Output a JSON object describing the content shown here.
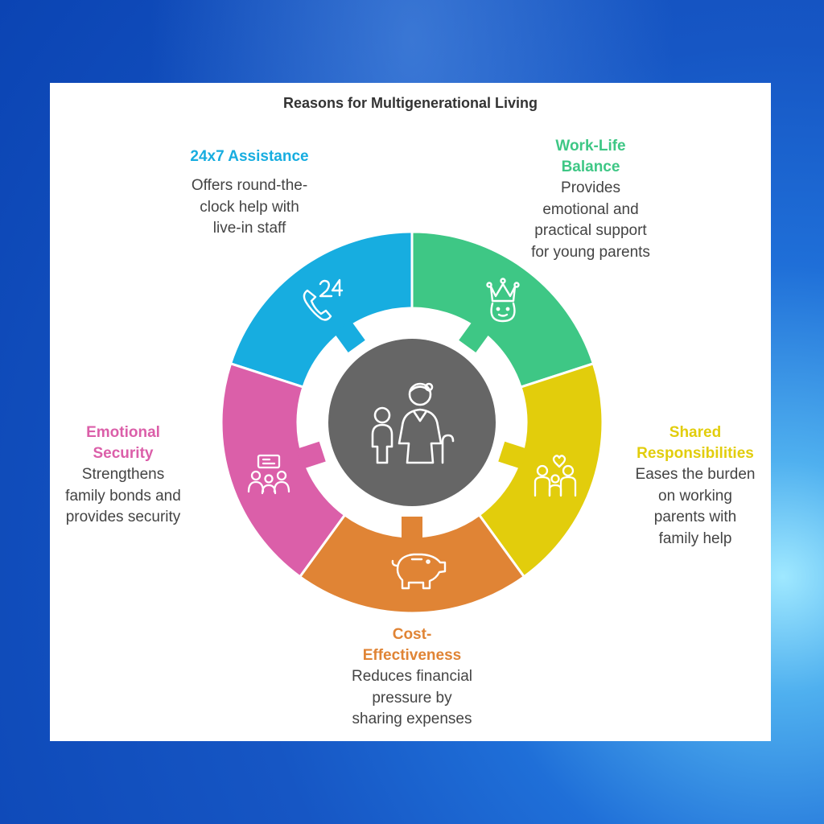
{
  "title": "Reasons for Multigenerational Living",
  "center": {
    "icon": "child-and-grandparent-icon",
    "color": "#666666"
  },
  "segments": [
    {
      "key": "assistance",
      "title_lines": [
        "24x7 Assistance"
      ],
      "desc_lines": [
        "Offers round-the-",
        "clock help with",
        "live-in staff"
      ],
      "color": "#17ade0",
      "icon": "phone-24-icon"
    },
    {
      "key": "work_life",
      "title_lines": [
        "Work-Life",
        "Balance"
      ],
      "desc_lines": [
        "Provides",
        "emotional and",
        "practical support",
        "for young parents"
      ],
      "color": "#3ec785",
      "icon": "crowned-woman-icon"
    },
    {
      "key": "shared",
      "title_lines": [
        "Shared",
        "Responsibilities"
      ],
      "desc_lines": [
        "Eases the burden",
        "on working",
        "parents with",
        "family help"
      ],
      "color": "#e2cd0c",
      "icon": "family-heart-icon"
    },
    {
      "key": "cost",
      "title_lines": [
        "Cost-",
        "Effectiveness"
      ],
      "desc_lines": [
        "Reduces financial",
        "pressure by",
        "sharing expenses"
      ],
      "color": "#e08435",
      "icon": "piggy-bank-icon"
    },
    {
      "key": "emotional",
      "title_lines": [
        "Emotional",
        "Security"
      ],
      "desc_lines": [
        "Strengthens",
        "family bonds and",
        "provides security"
      ],
      "color": "#db5fa9",
      "icon": "family-group-icon"
    }
  ]
}
